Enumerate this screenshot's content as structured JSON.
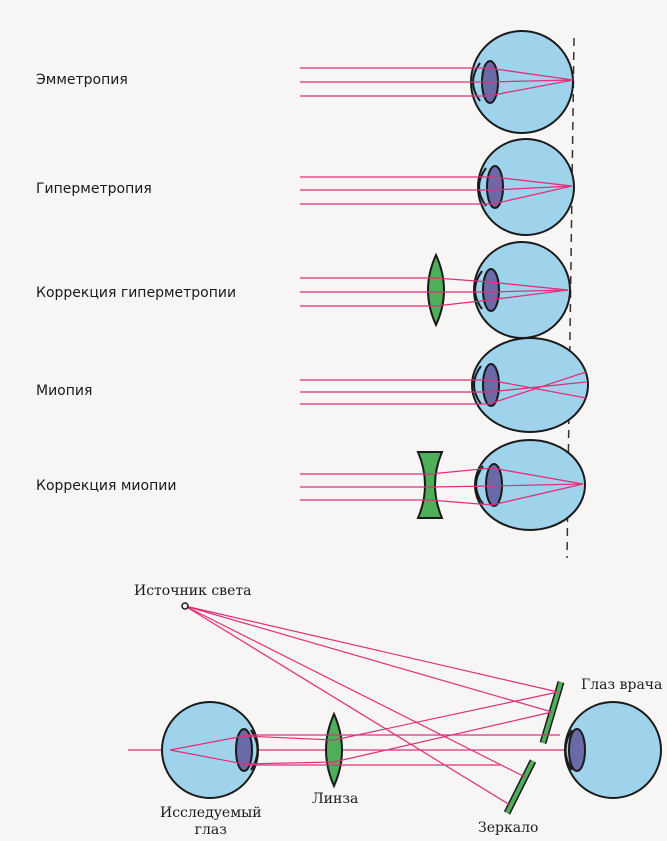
{
  "rows": [
    {
      "label": "Эмметропия"
    },
    {
      "label": "Гиперметропия"
    },
    {
      "label": "Коррекция гиперметропии"
    },
    {
      "label": "Миопия"
    },
    {
      "label": "Коррекция миопии"
    }
  ],
  "bottom": {
    "light_source": "Источник света",
    "doctor_eye": "Глаз врача",
    "examined_eye_line1": "Исследуемый",
    "examined_eye_line2": "глаз",
    "lens": "Линза",
    "mirror": "Зеркало"
  },
  "colors": {
    "ray": "#e0307a",
    "eye_fill": "#9fd3ec",
    "eye_stroke": "#1a1a1a",
    "lens_fill": "#4fae5a",
    "eye_lens_fill": "#6a6aa8"
  }
}
